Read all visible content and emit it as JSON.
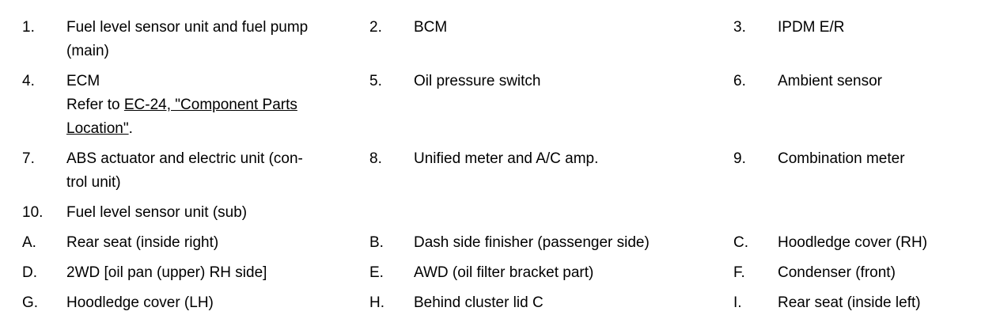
{
  "page": {
    "background_color": "#ffffff",
    "text_color": "#000000"
  },
  "legend": {
    "rows": [
      {
        "cells": [
          {
            "label": "1.",
            "text": "Fuel level sensor unit and fuel pump\n(main)"
          },
          {
            "label": "2.",
            "text": "BCM"
          },
          {
            "label": "3.",
            "text": "IPDM E/R"
          }
        ]
      },
      {
        "cells": [
          {
            "label": "4.",
            "text_before": "ECM\nRefer to ",
            "link_text": "EC-24, \"Component Parts\nLocation\"",
            "text_after": "."
          },
          {
            "label": "5.",
            "text": "Oil pressure switch"
          },
          {
            "label": "6.",
            "text": "Ambient sensor"
          }
        ]
      },
      {
        "cells": [
          {
            "label": "7.",
            "text": "ABS actuator and electric unit (con-\ntrol unit)"
          },
          {
            "label": "8.",
            "text": "Unified meter and A/C amp."
          },
          {
            "label": "9.",
            "text": "Combination meter"
          }
        ]
      },
      {
        "cells": [
          {
            "label": "10.",
            "text": "Fuel level sensor unit (sub)"
          }
        ]
      },
      {
        "cells": [
          {
            "label": "A.",
            "text": "Rear seat (inside right)"
          },
          {
            "label": "B.",
            "text": "Dash side finisher (passenger side)"
          },
          {
            "label": "C.",
            "text": "Hoodledge cover (RH)"
          }
        ]
      },
      {
        "cells": [
          {
            "label": "D.",
            "text": "2WD [oil pan (upper) RH side]"
          },
          {
            "label": "E.",
            "text": "AWD (oil filter bracket part)"
          },
          {
            "label": "F.",
            "text": "Condenser (front)"
          }
        ]
      },
      {
        "cells": [
          {
            "label": "G.",
            "text": "Hoodledge cover (LH)"
          },
          {
            "label": "H.",
            "text": "Behind cluster lid C"
          },
          {
            "label": "I.",
            "text": "Rear seat (inside left)"
          }
        ]
      }
    ]
  }
}
